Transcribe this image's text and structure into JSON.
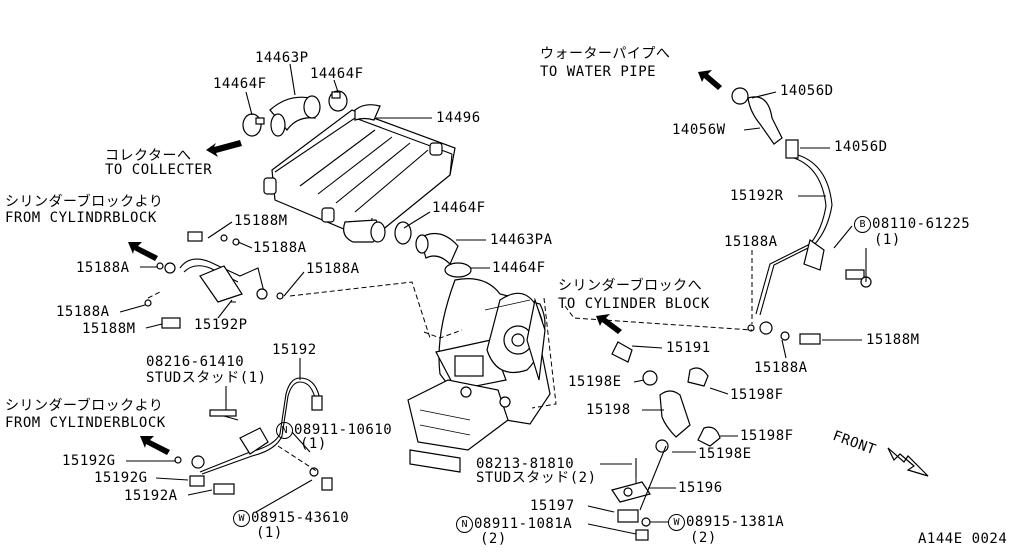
{
  "labels": {
    "p14463p": "14463P",
    "p14464f_a": "14464F",
    "p14464f_b": "14464F",
    "p14496": "14496",
    "p14464f_c": "14464F",
    "p14463pa": "14463PA",
    "p14464f_d": "14464F",
    "p15188m_a": "15188M",
    "p15188a_a": "15188A",
    "p15188a_b": "15188A",
    "p15188a_c": "15188A",
    "p15188a_d": "15188A",
    "p15188m_b": "15188M",
    "p15192p": "15192P",
    "p15192": "15192",
    "p08216": "08216-61410",
    "stud1": "STUDスタッド(1)",
    "n08911_a": "08911-10610",
    "n08911_a_qty": "(1)",
    "p15192g_a": "15192G",
    "p15192g_b": "15192G",
    "p15192a": "15192A",
    "w08915_a": "08915-43610",
    "w08915_a_qty": "(1)",
    "p14056d_a": "14056D",
    "p14056w": "14056W",
    "p14056d_b": "14056D",
    "p15192r": "15192R",
    "b08110": "08110-61225",
    "b08110_qty": "(1)",
    "p15188a_e": "15188A",
    "p15191": "15191",
    "p15198e_a": "15198E",
    "p15198f_a": "15198F",
    "p15198": "15198",
    "p15198f_b": "15198F",
    "p15198e_b": "15198E",
    "p08213": "08213-81810",
    "stud2": "STUDスタッド(2)",
    "p15196": "15196",
    "p15197": "15197",
    "n08911_b": "08911-1081A",
    "n08911_b_qty": "(2)",
    "w08915_b": "08915-1381A",
    "w08915_b_qty": "(2)",
    "p15188m_c": "15188M",
    "p15188a_f": "15188A",
    "front": "FRONT",
    "code": "A144E 0024"
  },
  "symbols": {
    "n": "N",
    "w": "W",
    "b": "B"
  },
  "notes": {
    "collecter_jp": "コレクターへ",
    "collecter_en": "TO COLLECTER",
    "water_jp": "ウォーターパイプへ",
    "water_en": "TO WATER PIPE",
    "cyl1_jp": "シリンダーブロックより",
    "cyl1_en": "FROM CYLINDRBLOCK",
    "cyl2_jp": "シリンダーブロックへ",
    "cyl2_en": "TO CYLINDER BLOCK",
    "cyl3_jp": "シリンダーブロックより",
    "cyl3_en": "FROM CYLINDERBLOCK"
  },
  "icons": [
    "direction-arrow-icon",
    "front-arrow-icon"
  ]
}
